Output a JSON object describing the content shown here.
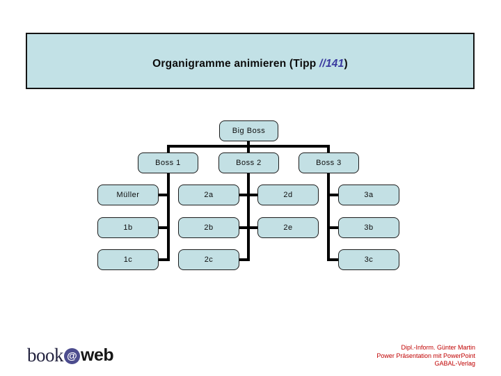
{
  "title": {
    "prefix": "Organigramme animieren (Tipp ",
    "tip": "//141",
    "suffix": ")"
  },
  "org_chart": {
    "type": "org-tree",
    "root": "Big Boss",
    "bosses": [
      "Boss 1",
      "Boss 2",
      "Boss 3"
    ],
    "boss1_children": [
      "Müller",
      "1b",
      "1c"
    ],
    "boss2_children_left": [
      "2a",
      "2b",
      "2c"
    ],
    "boss2_children_right": [
      "2d",
      "2e"
    ],
    "boss3_children": [
      "3a",
      "3b",
      "3c"
    ]
  },
  "footer": {
    "logo_book": "book",
    "logo_at": "@",
    "logo_web": "web",
    "credits": [
      "Dipl.-Inform. Günter Martin",
      "Power Präsentation mit PowerPoint",
      "GABAL-Verlag"
    ]
  },
  "colors": {
    "panel_fill": "#c2e1e6",
    "box_fill": "#c3e0e4",
    "box_border": "#1b1b1b",
    "connector": "#000000",
    "tip_text": "#3a3aa0",
    "credits_text": "#c00000",
    "logo_at_circle": "#4c4c8e",
    "logo_book": "#23233f"
  }
}
